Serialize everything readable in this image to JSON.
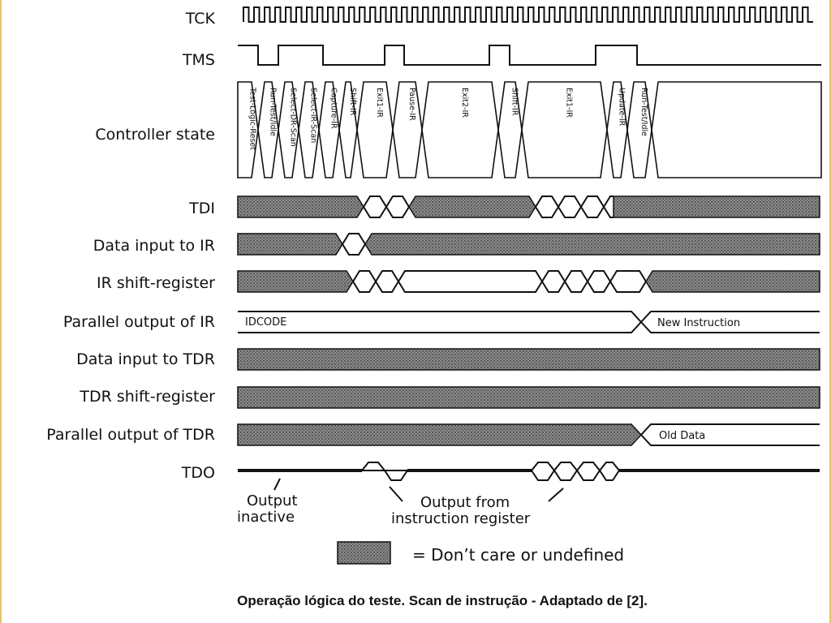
{
  "signals": [
    {
      "id": "tck",
      "label": "TCK"
    },
    {
      "id": "tms",
      "label": "TMS"
    },
    {
      "id": "state",
      "label": "Controller state"
    },
    {
      "id": "tdi",
      "label": "TDI"
    },
    {
      "id": "ir_in",
      "label": "Data input to IR"
    },
    {
      "id": "ir_sr",
      "label": "IR shift-register"
    },
    {
      "id": "ir_out",
      "label": "Parallel output of IR"
    },
    {
      "id": "tdr_in",
      "label": "Data input to TDR"
    },
    {
      "id": "tdr_sr",
      "label": "TDR shift-register"
    },
    {
      "id": "tdr_out",
      "label": "Parallel output of TDR"
    },
    {
      "id": "tdo",
      "label": "TDO"
    }
  ],
  "states": [
    "Test-Logic-Reset",
    "Run-Test/Idle",
    "Select-DR-Scan",
    "Select-IR-Scan",
    "Capture-IR",
    "Shift-IR",
    "Exit1-IR",
    "Pause-IR",
    "Exit2-IR",
    "Shift-IR",
    "Exit1-IR",
    "Update-IR",
    "Run-Test/Idle"
  ],
  "values": {
    "idcode": "IDCODE",
    "new_instruction": "New Instruction",
    "old_data": "Old Data"
  },
  "annotations": {
    "output_inactive_line1": "Output",
    "output_inactive_line2": "inactive",
    "output_from_line1": "Output from",
    "output_from_line2": "instruction register"
  },
  "legend": {
    "text": "= Don’t care or undefined"
  },
  "caption": "Operação lógica do teste. Scan de instrução - Adaptado de [2].",
  "colors": {
    "hatch": "#555555",
    "line": "#111111"
  }
}
